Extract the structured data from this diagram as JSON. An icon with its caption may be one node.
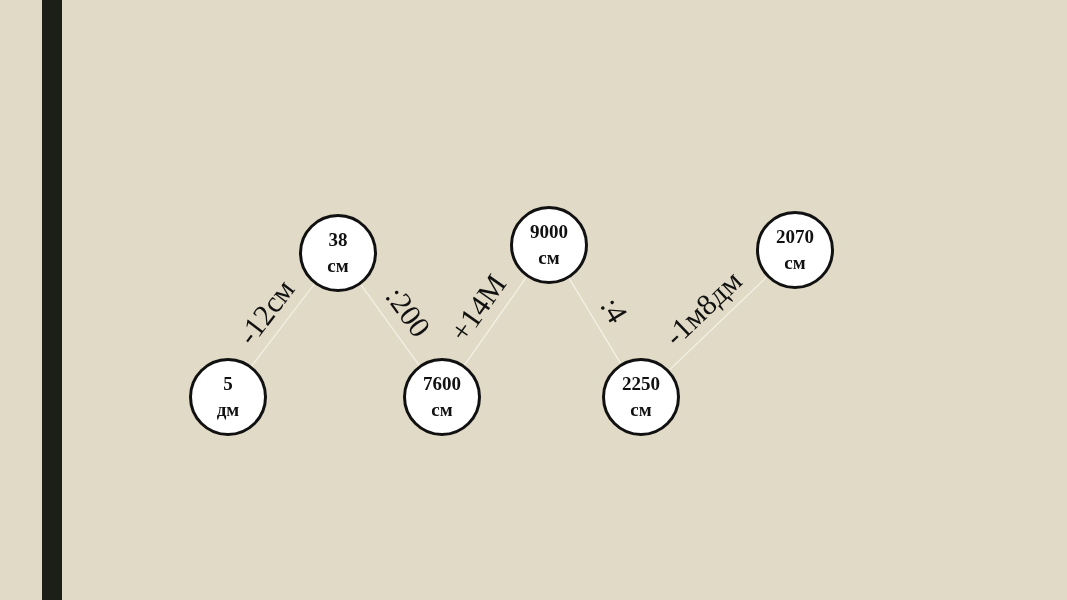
{
  "diagram": {
    "nodes": [
      {
        "text": [
          "5 дм"
        ]
      },
      {
        "text": [
          "38 см"
        ]
      },
      {
        "text": [
          "7600 см"
        ]
      },
      {
        "text": [
          "9000 см"
        ]
      },
      {
        "text": [
          "2250 см"
        ]
      },
      {
        "text": [
          "2070 см"
        ]
      },
      {
        "text": [],
        "shape": "bar"
      }
    ],
    "edges": [
      {
        "from": 0,
        "to": 1,
        "arrow": "none",
        "label": "-12см"
      },
      {
        "from": 1,
        "to": 2,
        "arrow": "none",
        "label": ":200"
      },
      {
        "from": 2,
        "to": 3,
        "arrow": "none",
        "label": "+14М"
      },
      {
        "from": 3,
        "to": 4,
        "arrow": "none",
        "label": ":4"
      },
      {
        "from": 4,
        "to": 5,
        "arrow": "none",
        "label": "-1м8дм"
      }
    ]
  }
}
